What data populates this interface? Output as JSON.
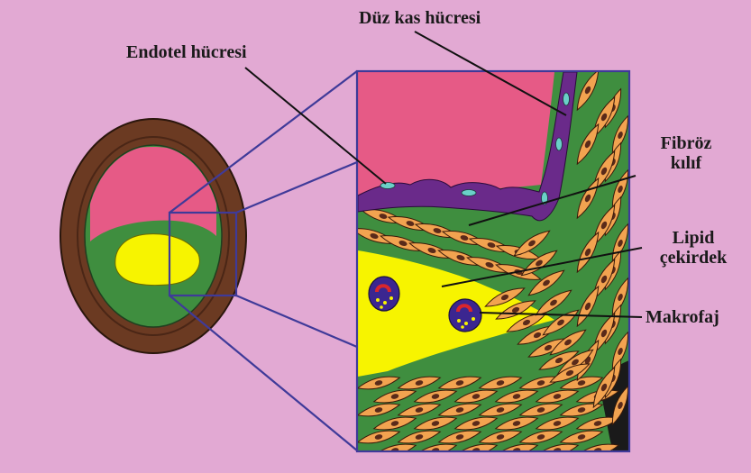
{
  "labels": {
    "endotel": "Endotel hücresi",
    "duz_kas": "Düz kas hücresi",
    "fibroz_line1": "Fibröz",
    "fibroz_line2": "kılıf",
    "lipid_line1": "Lipid",
    "lipid_line2": "çekirdek",
    "makrofaj": "Makrofaj"
  },
  "colors": {
    "background": "#e2a9d3",
    "lumen": "#e65a86",
    "wall_green": "#3f8e3f",
    "lipid": "#f7f400",
    "adventitia": "#6b3a22",
    "smooth_muscle_cell": "#f2a350",
    "nucleus": "#5a2a1a",
    "endothelium": "#6a2a8a",
    "macrophage": "#3b2690",
    "callout_line": "#3f3a99"
  }
}
